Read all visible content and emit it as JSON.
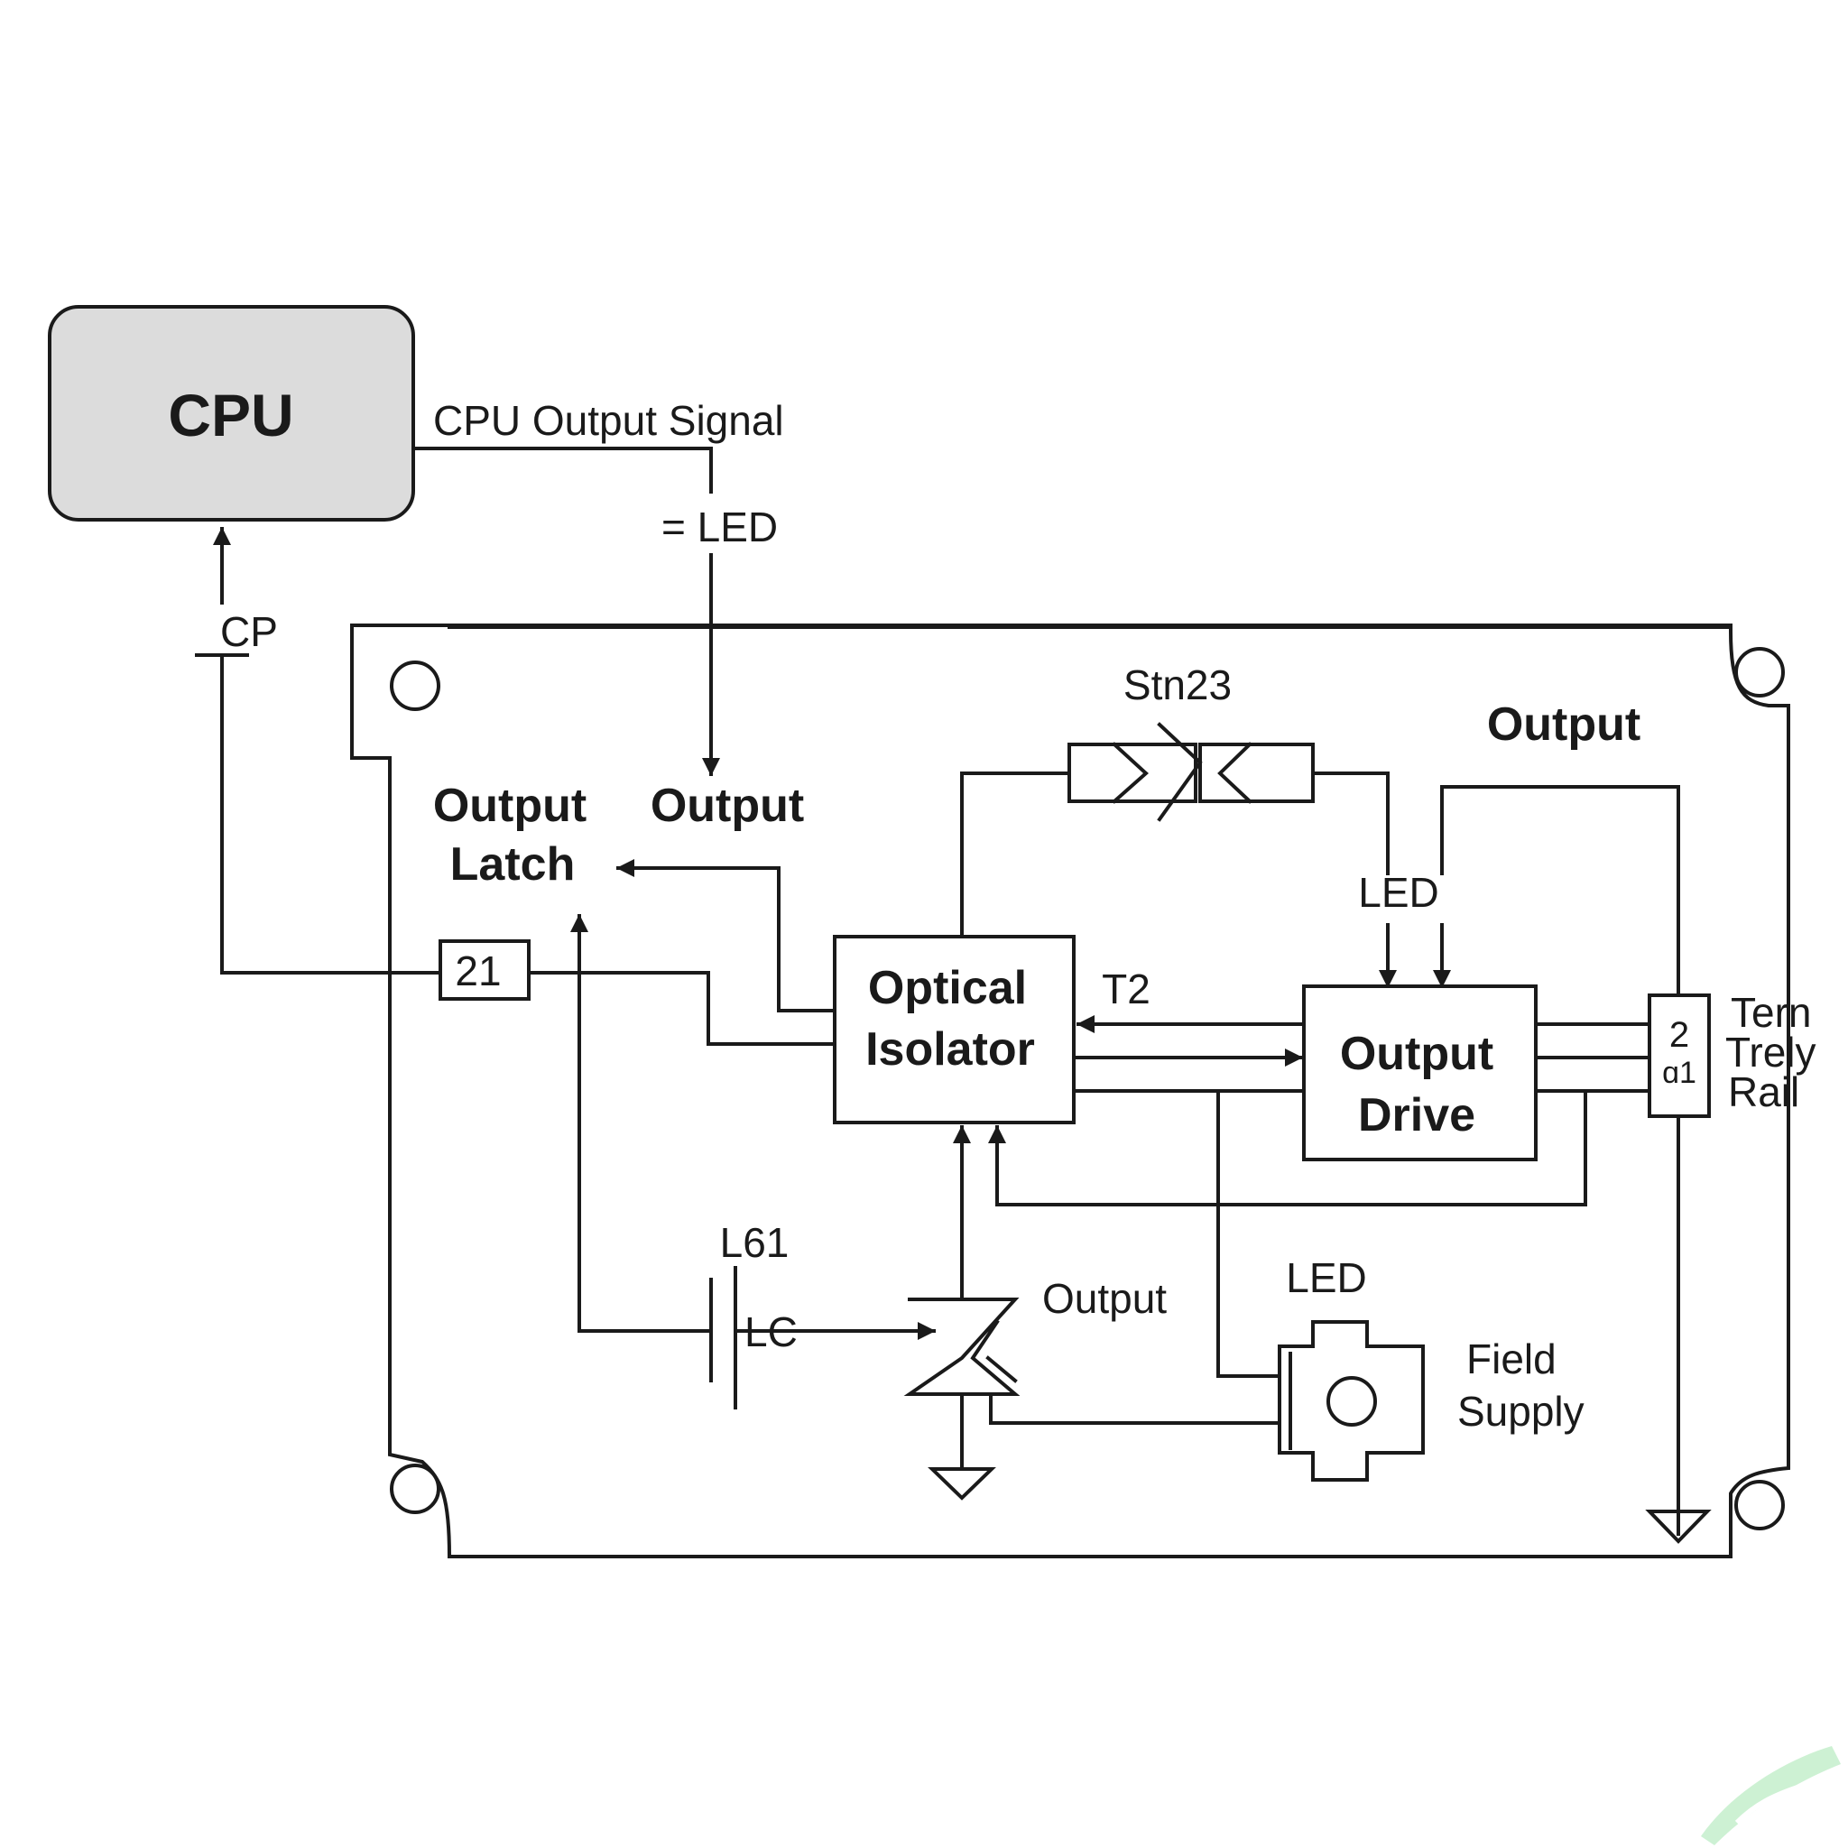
{
  "colors": {
    "stroke": "#1a1a1a",
    "cpu_fill": "#dcdcdc",
    "background": "#ffffff",
    "watermark": "#c8f0cf"
  },
  "blocks": {
    "cpu": "CPU",
    "output_latch_line1": "Output",
    "output_latch_line2": "Latch",
    "optical_isolator_line1": "Optical",
    "optical_isolator_line2": "Isolator",
    "output_drive_line1": "Output",
    "output_drive_line2": "Drive"
  },
  "labels": {
    "cpu_output_signal": "CPU Output Signal",
    "eq_led": "= LED",
    "cp": "CP",
    "output_mid": "Output",
    "stn23": "Stn23",
    "output_top_right": "Output",
    "led_drive": "LED",
    "t2": "T2",
    "connector_21": "21",
    "l61": "L61",
    "lc": "LC",
    "output_transistor": "Output",
    "led_field": "LED",
    "field_supply_line1": "Field",
    "field_supply_line2": "Supply",
    "terminal_line1": "Tern",
    "terminal_line2": "Trely",
    "terminal_line3": "Rail",
    "terminal_block_top": "2",
    "terminal_block_bottom": "ɑ1"
  },
  "icons": {
    "watermark": "leaf-logo-icon",
    "ground": "ground-icon",
    "mount_hole": "mount-hole-icon"
  }
}
